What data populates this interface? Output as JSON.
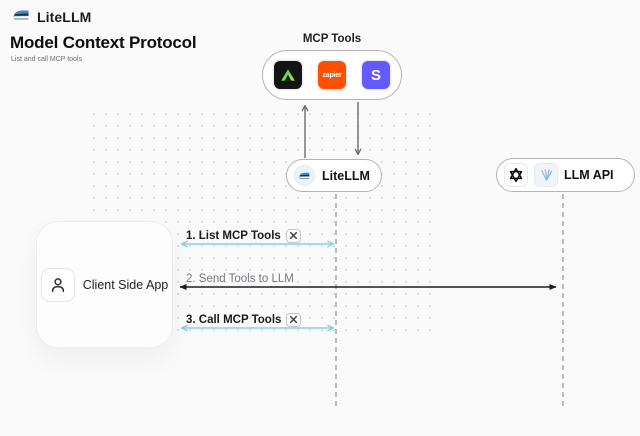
{
  "header": {
    "brand": "LiteLLM",
    "title": "Model Context Protocol",
    "subtitle": "List and call MCP tools"
  },
  "mcp_tools": {
    "label": "MCP Tools",
    "tools": [
      {
        "name": "green-triangle-tool",
        "text": "",
        "bg": "#141414"
      },
      {
        "name": "zapier",
        "text": "zapier",
        "bg": "#FF4F00"
      },
      {
        "name": "stripe",
        "text": "S",
        "bg": "#635BFF"
      }
    ]
  },
  "nodes": {
    "litellm": {
      "label": "LiteLLM"
    },
    "llm_api": {
      "label": "LLM API"
    },
    "client": {
      "label": "Client Side App"
    }
  },
  "messages": [
    {
      "label": "1. List MCP Tools",
      "tool_icon": true
    },
    {
      "label": "2. Send Tools to LLM",
      "tool_icon": false
    },
    {
      "label": "3. Call MCP Tools",
      "tool_icon": true
    }
  ],
  "colors": {
    "background": "#fafafa",
    "mcp_arrow_blue": "#8ecbeb",
    "llm_arrow_black": "#1d1d1f",
    "lifeline_gray": "#a6a6ac",
    "vertical_arrow_gray": "#6a6a70",
    "zapier_orange": "#FF4F00",
    "stripe_purple": "#635BFF",
    "tool_green": "#4cd137"
  }
}
